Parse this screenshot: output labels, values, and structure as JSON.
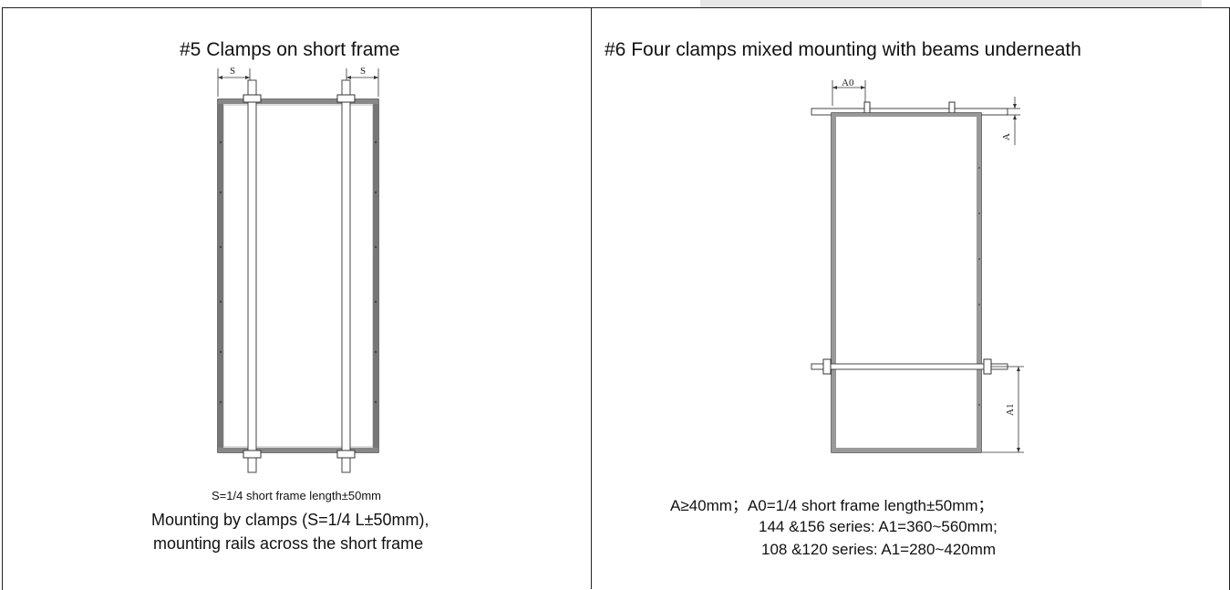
{
  "left_panel": {
    "title": "#5 Clamps on short frame",
    "dim_label": "S",
    "note": "S=1/4 short frame length±50mm",
    "caption_line1": "Mounting by clamps (S=1/4 L±50mm),",
    "caption_line2": "mounting rails across the short frame"
  },
  "right_panel": {
    "title": "#6 Four clamps mixed mounting with beams underneath",
    "label_a0": "A0",
    "label_a": "A",
    "label_a1": "A1",
    "spec_line1": "A≥40mm；A0=1/4 short frame length±50mm；",
    "spec_line2": "144 &156 series: A1=360~560mm;",
    "spec_line3": "108 &120 series: A1=280~420mm"
  }
}
